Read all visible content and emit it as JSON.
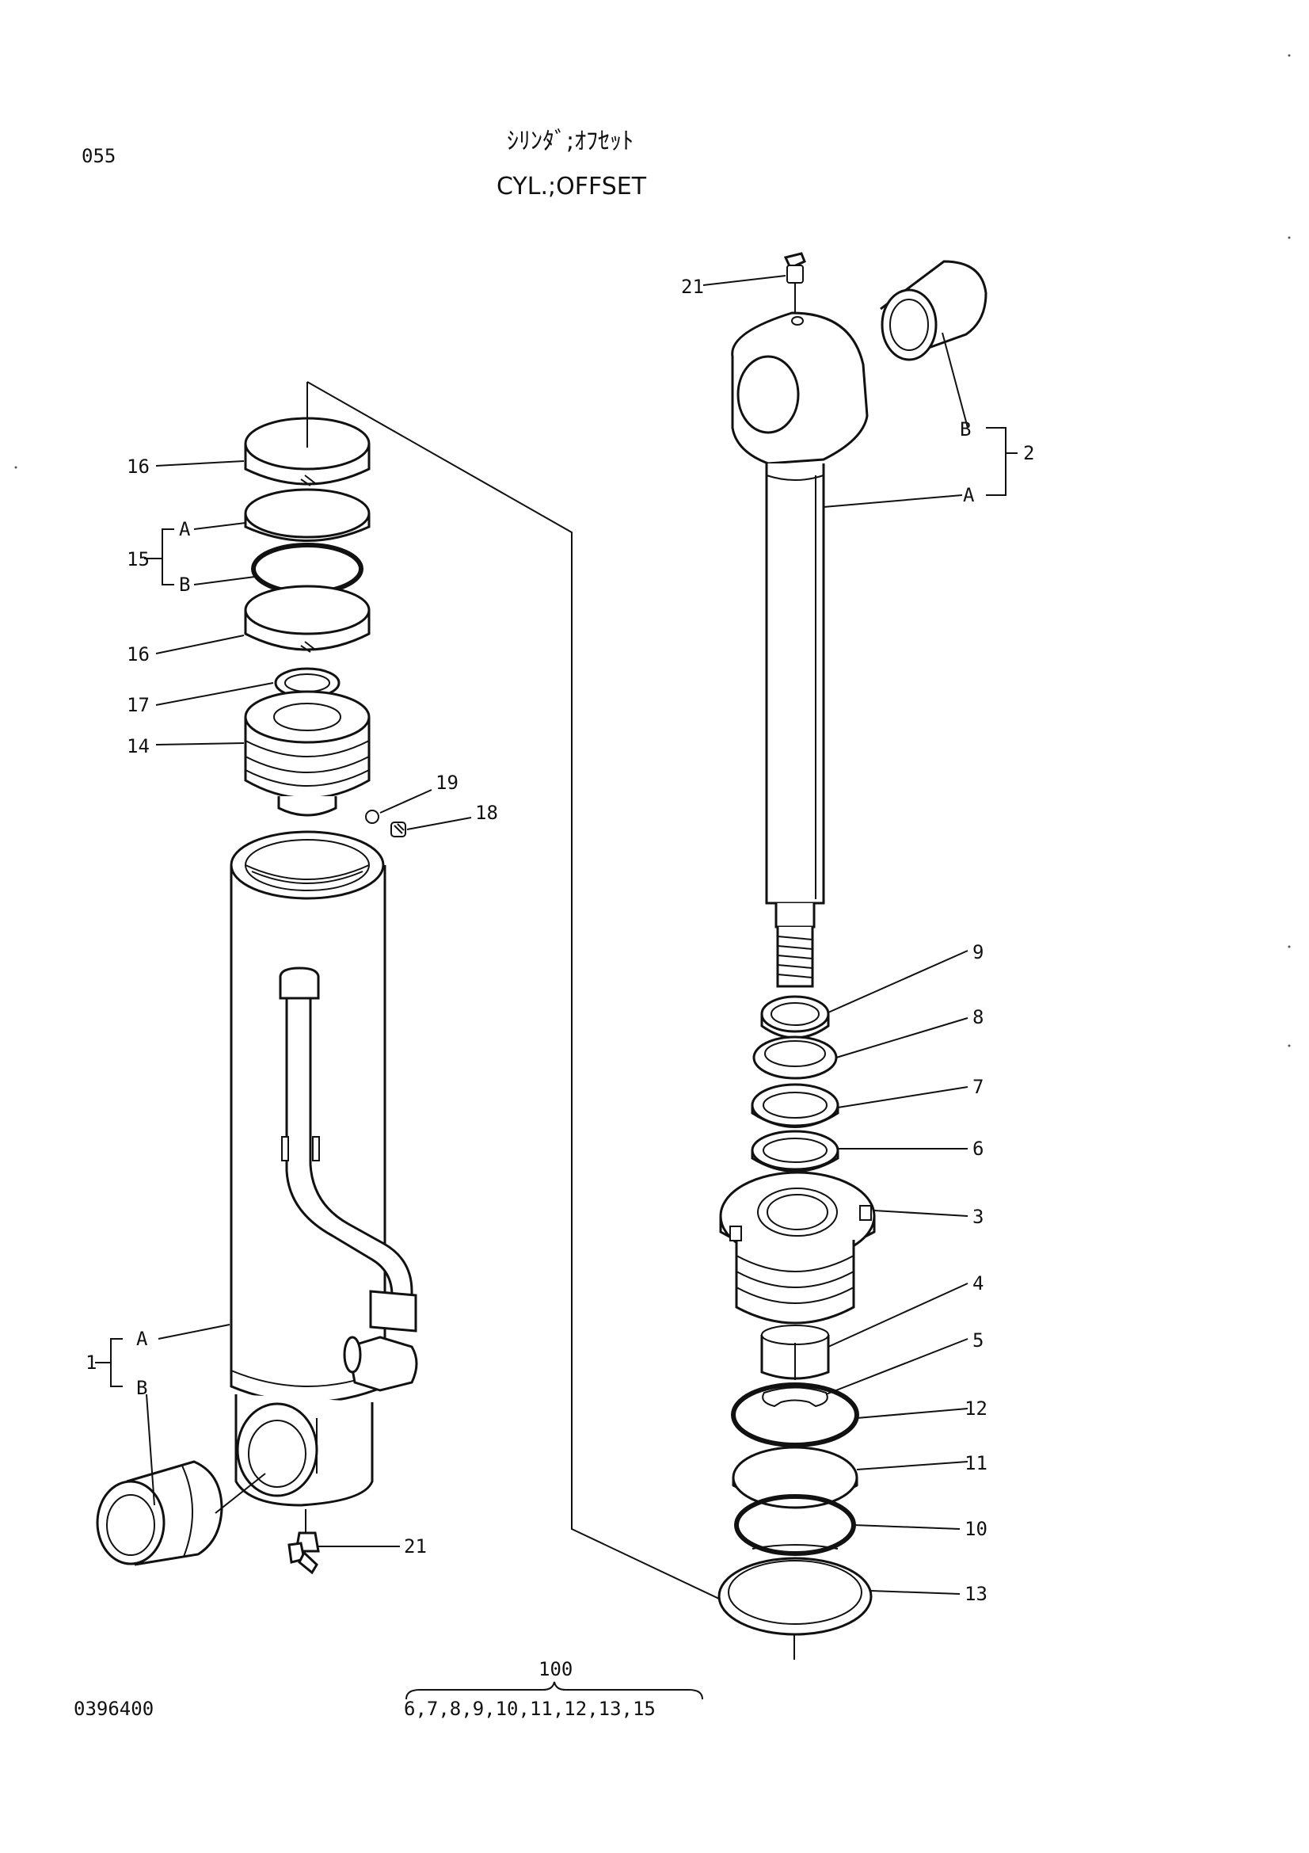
{
  "page": {
    "page_code": "055",
    "title_jp": "ｼﾘﾝﾀﾞ;ｵﾌｾｯﾄ",
    "title_en": "CYL.;OFFSET",
    "drawing_number": "0396400"
  },
  "callouts": {
    "c16a": "16",
    "c15": "15",
    "c15A": "A",
    "c15B": "B",
    "c16b": "16",
    "c17": "17",
    "c14": "14",
    "c19": "19",
    "c18": "18",
    "c1": "1",
    "c1A": "A",
    "c1B": "B",
    "c21a": "21",
    "c21b": "21",
    "c2": "2",
    "c2A": "A",
    "c2B": "B",
    "c9": "9",
    "c8": "8",
    "c7": "7",
    "c6": "6",
    "c3": "3",
    "c4": "4",
    "c5": "5",
    "c12": "12",
    "c11": "11",
    "c10": "10",
    "c13": "13"
  },
  "kit": {
    "number": "100",
    "members": "6,7,8,9,10,11,12,13,15"
  }
}
